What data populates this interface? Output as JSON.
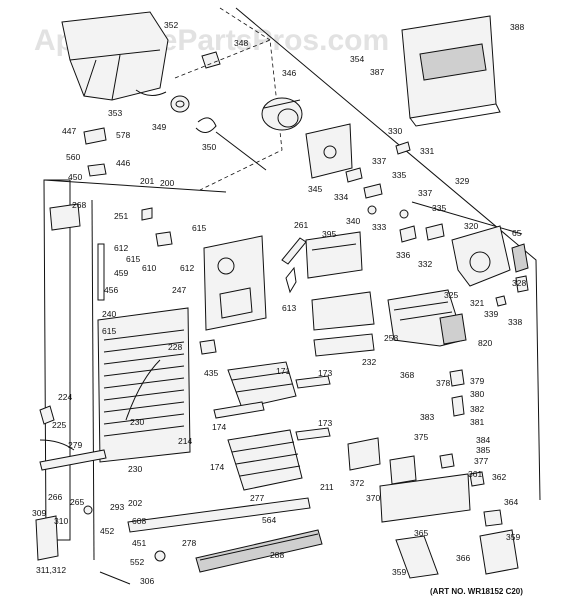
{
  "watermark": "AppliancePartsPros.com",
  "art_number": "(ART NO. WR18152 C20)",
  "part_labels": {
    "p352": "352",
    "p348": "348",
    "p388": "388",
    "p354": "354",
    "p387": "387",
    "p346": "346",
    "p353": "353",
    "p349": "349",
    "p447": "447",
    "p578": "578",
    "p350": "350",
    "p330": "330",
    "p560": "560",
    "p446": "446",
    "p331": "331",
    "p337a": "337",
    "p345": "345",
    "p450": "450",
    "p334": "334",
    "p335a": "335",
    "p329": "329",
    "p201": "201",
    "p200": "200",
    "p337b": "337",
    "p268": "268",
    "p340": "340",
    "p333": "333",
    "p335b": "335",
    "p251": "251",
    "p261": "261",
    "p395": "395",
    "p320": "320",
    "p65": "65",
    "p615a": "615",
    "p612a": "612",
    "p615b": "615",
    "p336": "336",
    "p332": "332",
    "p610": "610",
    "p612b": "612",
    "p459": "459",
    "p247": "247",
    "p328": "328",
    "p325": "325",
    "p456": "456",
    "p321": "321",
    "p339": "339",
    "p613": "613",
    "p338": "338",
    "p240": "240",
    "p615c": "615",
    "p228": "228",
    "p258": "258",
    "p820": "820",
    "p232": "232",
    "p435": "435",
    "p171": "171",
    "p173a": "173",
    "p368": "368",
    "p378": "378",
    "p379": "379",
    "p380": "380",
    "p224": "224",
    "p382": "382",
    "p230a": "230",
    "p383": "383",
    "p174a": "174",
    "p225": "225",
    "p381": "381",
    "p173b": "173",
    "p214": "214",
    "p375": "375",
    "p384": "384",
    "p385": "385",
    "p279": "279",
    "p230b": "230",
    "p174b": "174",
    "p377": "377",
    "p211": "211",
    "p372": "372",
    "p361": "361",
    "p362": "362",
    "p266": "266",
    "p265": "265",
    "p202": "202",
    "p370": "370",
    "p277": "277",
    "p309": "309",
    "p293": "293",
    "p364": "364",
    "p310": "310",
    "p608": "608",
    "p564": "564",
    "p452": "452",
    "p365": "365",
    "p451": "451",
    "p278": "278",
    "p366": "366",
    "p288": "288",
    "p359a": "359",
    "p311312": "311,312",
    "p552": "552",
    "p306": "306",
    "p359b": "359"
  }
}
